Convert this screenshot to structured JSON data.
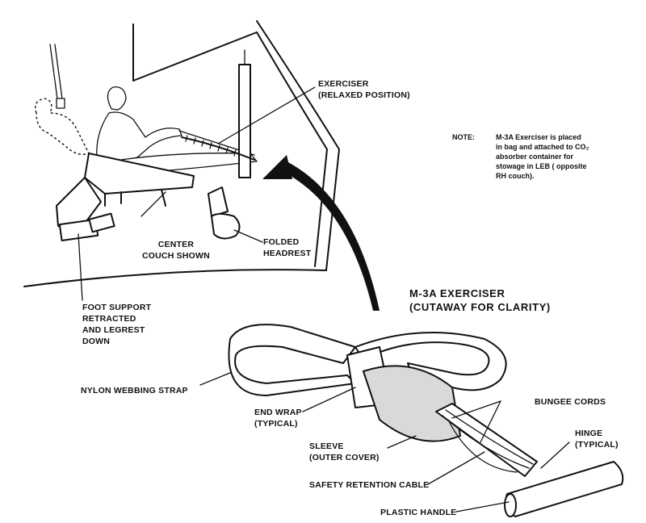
{
  "labels": {
    "exerciser_relaxed": [
      "EXERCISER",
      "(RELAXED POSITION)"
    ],
    "center_couch": [
      "CENTER",
      "COUCH SHOWN"
    ],
    "folded_headrest": [
      "FOLDED",
      "HEADREST"
    ],
    "foot_support": [
      "FOOT SUPPORT",
      "RETRACTED",
      "AND LEGREST",
      "DOWN"
    ],
    "nylon_strap": "NYLON WEBBING STRAP",
    "end_wrap": [
      "END WRAP",
      "(TYPICAL)"
    ],
    "sleeve": [
      "SLEEVE",
      "(OUTER COVER)"
    ],
    "safety_cable": "SAFETY RETENTION CABLE",
    "plastic_handle": "PLASTIC HANDLE",
    "bungee_cords": "BUNGEE CORDS",
    "hinge": [
      "HINGE",
      "(TYPICAL)"
    ]
  },
  "title": [
    "M-3A EXERCISER",
    "(CUTAWAY FOR CLARITY)"
  ],
  "note": {
    "head": "NOTE:",
    "lines": [
      "M-3A Exerciser is placed",
      "in bag and attached to CO₂",
      "absorber container for",
      "stowage in LEB ( opposite",
      "RH couch)."
    ]
  }
}
